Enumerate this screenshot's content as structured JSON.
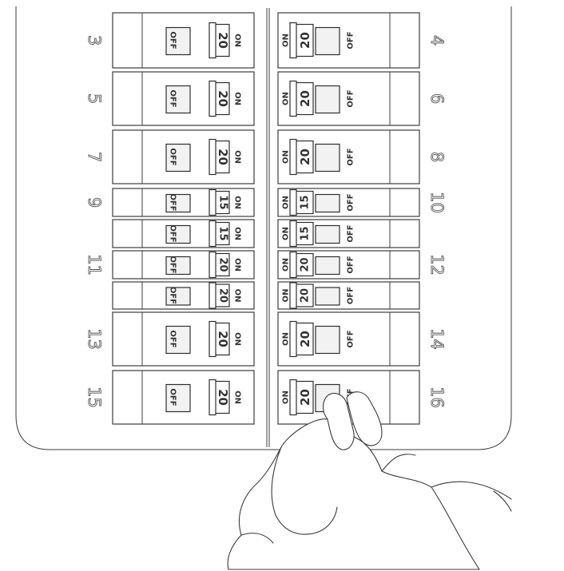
{
  "panel": {
    "toggle_labels": {
      "on": "ON",
      "off": "OFF"
    },
    "left_column": [
      {
        "number": "3",
        "amps": "20",
        "size": "full"
      },
      {
        "number": "5",
        "amps": "20",
        "size": "full"
      },
      {
        "number": "7",
        "amps": "20",
        "size": "full"
      },
      {
        "number": "9",
        "amps": "15",
        "size": "half"
      },
      {
        "number": "",
        "amps": "15",
        "size": "half"
      },
      {
        "number": "11",
        "amps": "20",
        "size": "half"
      },
      {
        "number": "",
        "amps": "20",
        "size": "half"
      },
      {
        "number": "13",
        "amps": "20",
        "size": "full"
      },
      {
        "number": "15",
        "amps": "20",
        "size": "full"
      }
    ],
    "right_column": [
      {
        "number": "4",
        "amps": "20",
        "size": "full",
        "state": "on"
      },
      {
        "number": "6",
        "amps": "20",
        "size": "full",
        "state": "on"
      },
      {
        "number": "8",
        "amps": "20",
        "size": "full",
        "state": "on"
      },
      {
        "number": "10",
        "amps": "15",
        "size": "half",
        "state": "on"
      },
      {
        "number": "",
        "amps": "15",
        "size": "half",
        "state": "on"
      },
      {
        "number": "12",
        "amps": "20",
        "size": "half",
        "state": "on"
      },
      {
        "number": "",
        "amps": "20",
        "size": "half",
        "state": "on"
      },
      {
        "number": "14",
        "amps": "20",
        "size": "full",
        "state": "on"
      },
      {
        "number": "16",
        "amps": "20",
        "size": "full",
        "state": "switching"
      }
    ]
  }
}
